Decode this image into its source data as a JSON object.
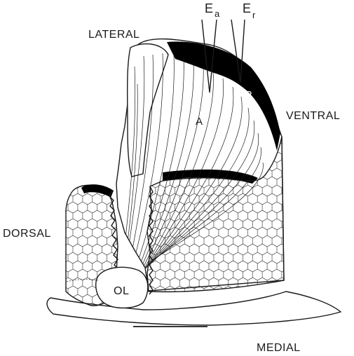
{
  "labels": {
    "lateral": "LATERAL",
    "ventral": "VENTRAL",
    "dorsal": "DORSAL",
    "medial": "MEDIAL",
    "ol": "OL",
    "a": "A",
    "r": "R",
    "electrode_a_letter": "E",
    "electrode_a_sub": "a",
    "electrode_r_letter": "E",
    "electrode_r_sub": "r"
  }
}
